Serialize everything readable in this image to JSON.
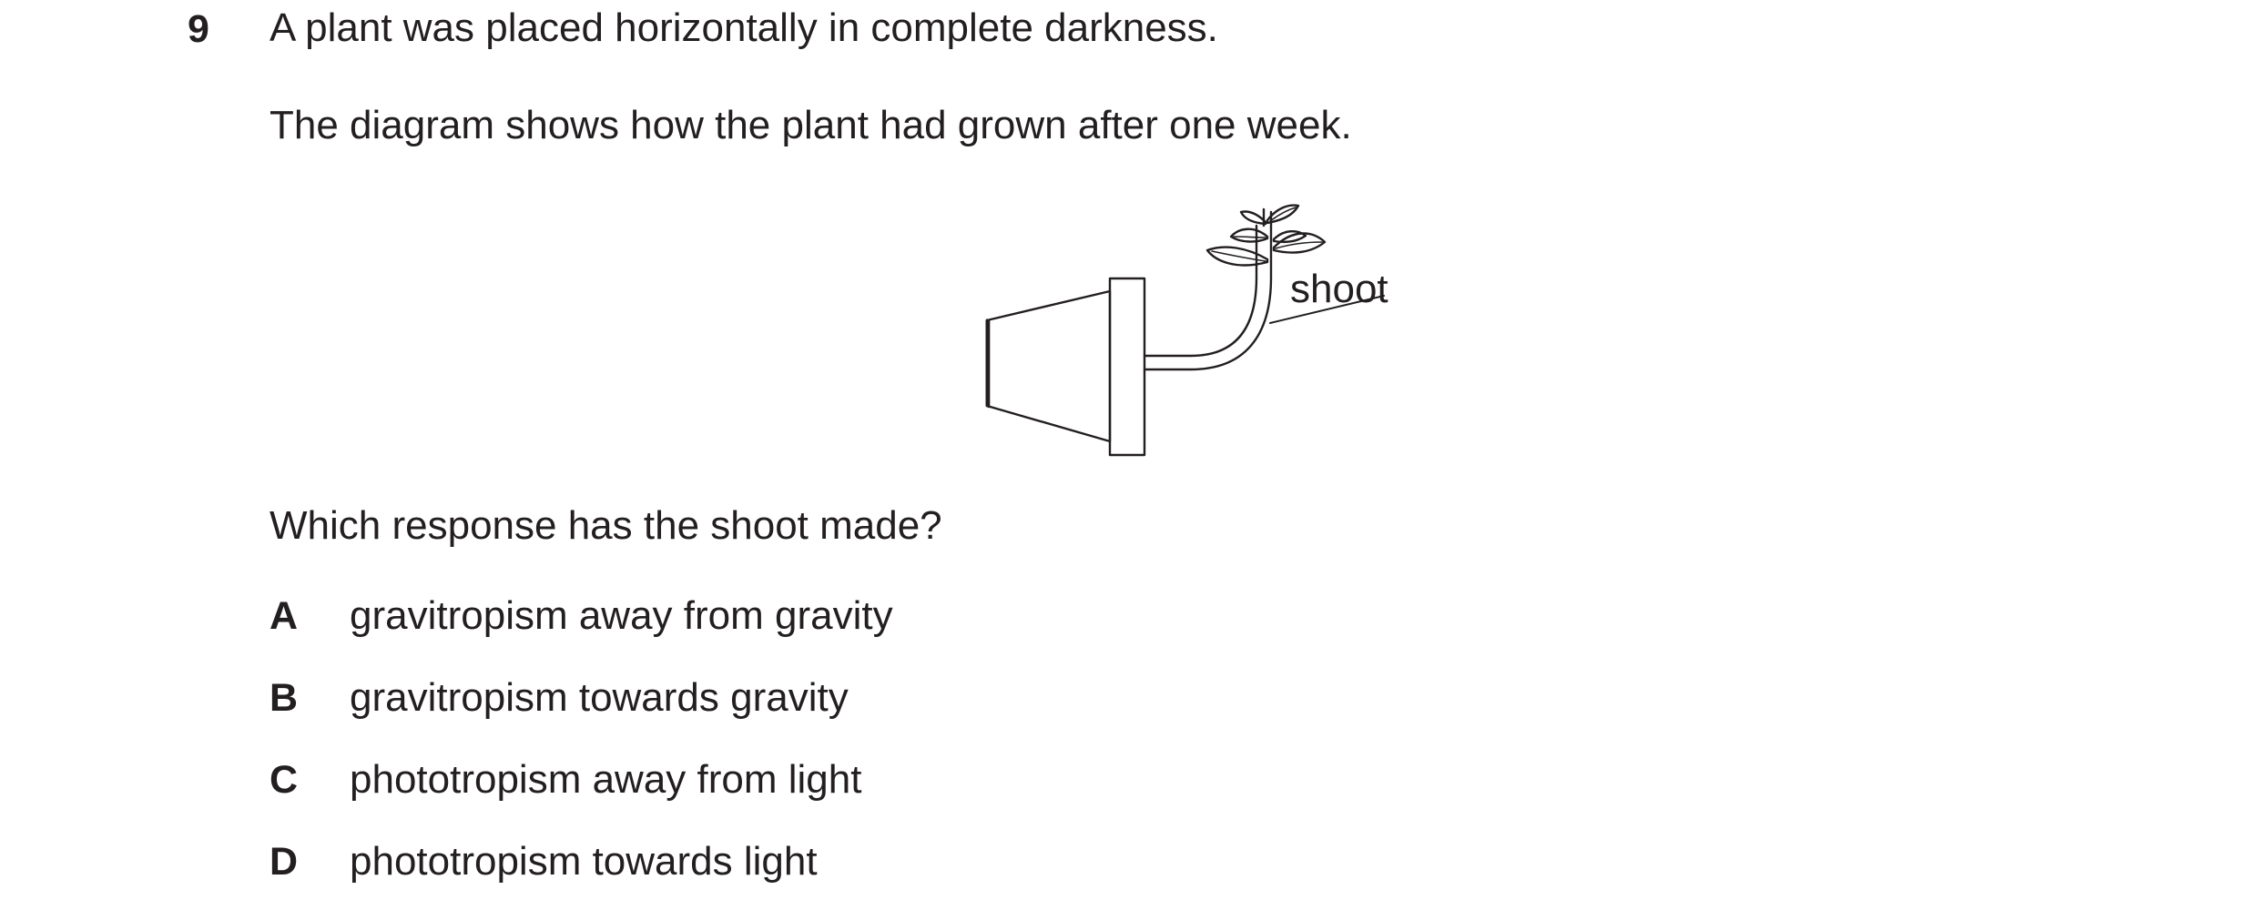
{
  "question": {
    "number": "9",
    "stem_line_1": "A plant was placed horizontally in complete darkness.",
    "stem_line_2": "The diagram shows how the plant had grown after one week.",
    "prompt": "Which response has the shoot made?"
  },
  "diagram": {
    "label": "shoot"
  },
  "options": [
    {
      "letter": "A",
      "text": "gravitropism away from gravity"
    },
    {
      "letter": "B",
      "text": "gravitropism towards gravity"
    },
    {
      "letter": "C",
      "text": "phototropism away from light"
    },
    {
      "letter": "D",
      "text": "phototropism towards light"
    }
  ]
}
